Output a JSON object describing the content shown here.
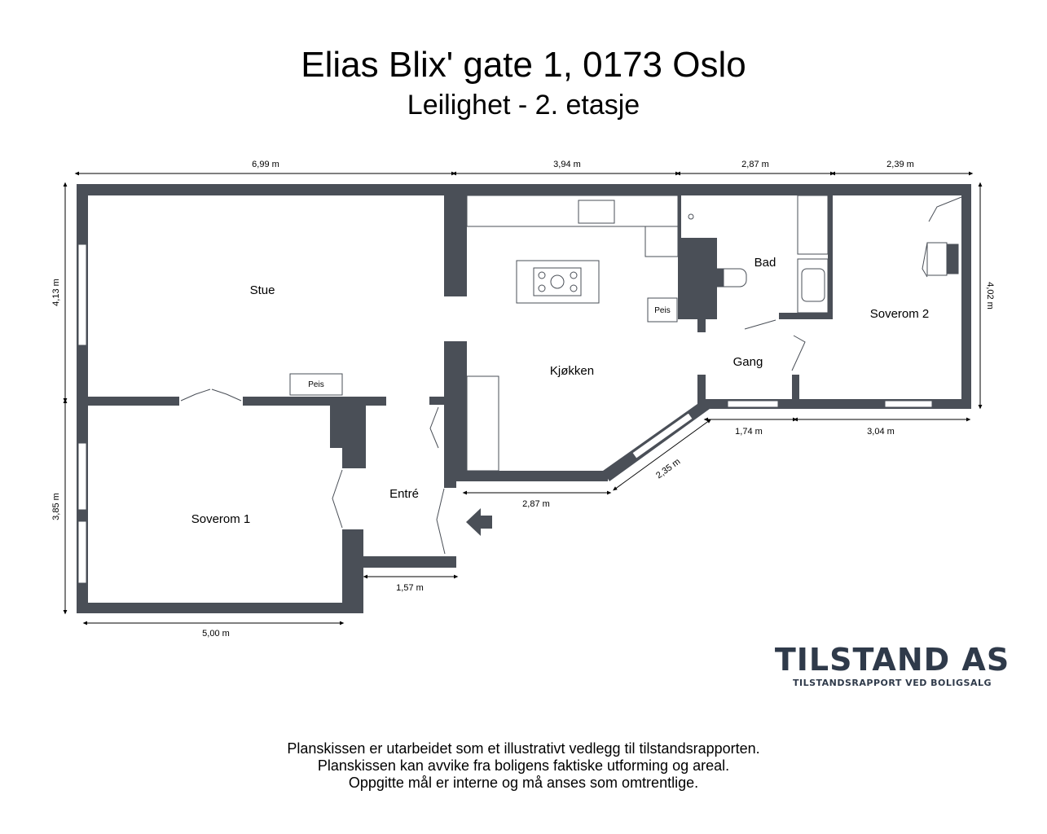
{
  "header": {
    "title": "Elias Blix' gate 1, 0173 Oslo",
    "subtitle": "Leilighet - 2. etasje"
  },
  "rooms": {
    "stue": "Stue",
    "kjokken": "Kjøkken",
    "bad": "Bad",
    "soverom2": "Soverom 2",
    "gang": "Gang",
    "entre": "Entré",
    "soverom1": "Soverom 1",
    "peis_stue": "Peis",
    "peis_kjokken": "Peis"
  },
  "dimensions": {
    "top_1": "6,99 m",
    "top_2": "3,94 m",
    "top_3": "2,87 m",
    "top_4": "2,39 m",
    "left_upper": "4,13 m",
    "left_lower": "3,85 m",
    "right": "4,02 m",
    "gang_bottom": "1,74 m",
    "soverom2_bottom": "3,04 m",
    "diagonal": "2,35 m",
    "kitchen_bottom": "2,87 m",
    "entre_bottom": "1,57 m",
    "soverom1_bottom": "5,00 m"
  },
  "brand": {
    "name": "TILSTAND AS",
    "tagline": "TILSTANDSRAPPORT VED BOLIGSALG"
  },
  "disclaimer": {
    "line1": "Planskissen er utarbeidet som et illustrativt vedlegg til tilstandsrapporten.",
    "line2": "Planskissen kan avvike fra boligens faktiske utforming og areal.",
    "line3": "Oppgitte mål er interne og må anses som omtrentlige."
  },
  "colors": {
    "wall": "#4a4f57",
    "brand": "#2f3a4a"
  }
}
